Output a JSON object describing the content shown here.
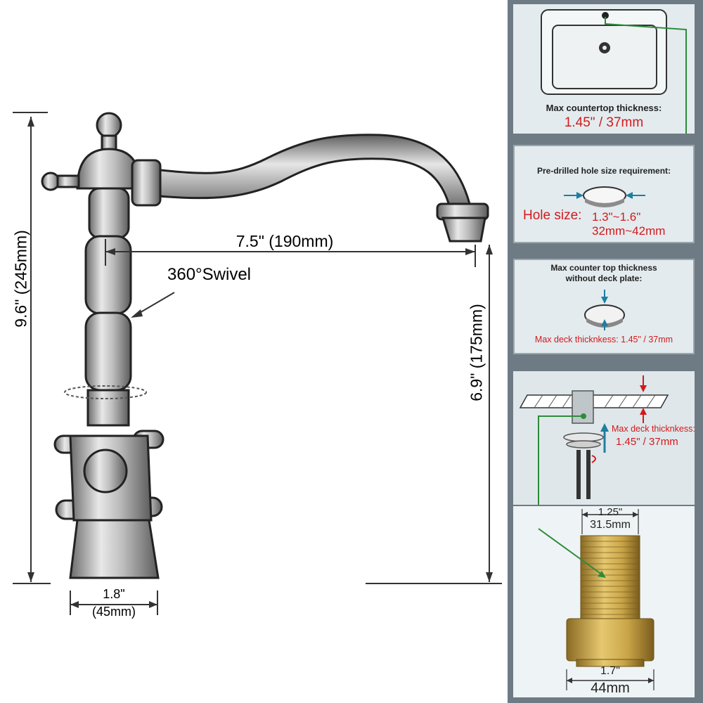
{
  "dimensions": {
    "height_total": "9.6\" (245mm)",
    "spout_reach": "7.5\" (190mm)",
    "swivel": "360°Swivel",
    "spout_height": "6.9\" (175mm)",
    "base_width_in": "1.8\"",
    "base_width_mm": "(45mm)"
  },
  "panels": {
    "countertop": {
      "title": "Max countertop thickness:",
      "value": "1.45\" / 37mm"
    },
    "hole": {
      "title": "Pre-drilled hole size requirement:",
      "value_label": "Hole size:",
      "value_in": "1.3\"~1.6\"",
      "value_mm": "32mm~42mm"
    },
    "no_deck": {
      "title_line1": "Max counter top thickness",
      "title_line2": "without deck plate:",
      "value": "Max deck thicknkess: 1.45\" / 37mm"
    },
    "install": {
      "label_line1": "Max deck thicknkess:",
      "label_line2": "1.45\" / 37mm"
    },
    "shank": {
      "top_in": "1.25\"",
      "top_mm": "31.5mm",
      "bottom_in": "1.7\"",
      "bottom_mm": "44mm"
    }
  },
  "colors": {
    "accent_red": "#d4191c",
    "arrow_green": "#2e8b3a",
    "panel_bg": "#e3ebee",
    "panel_bg_alt": "#dfe7ea",
    "brass": "#c9a548"
  }
}
